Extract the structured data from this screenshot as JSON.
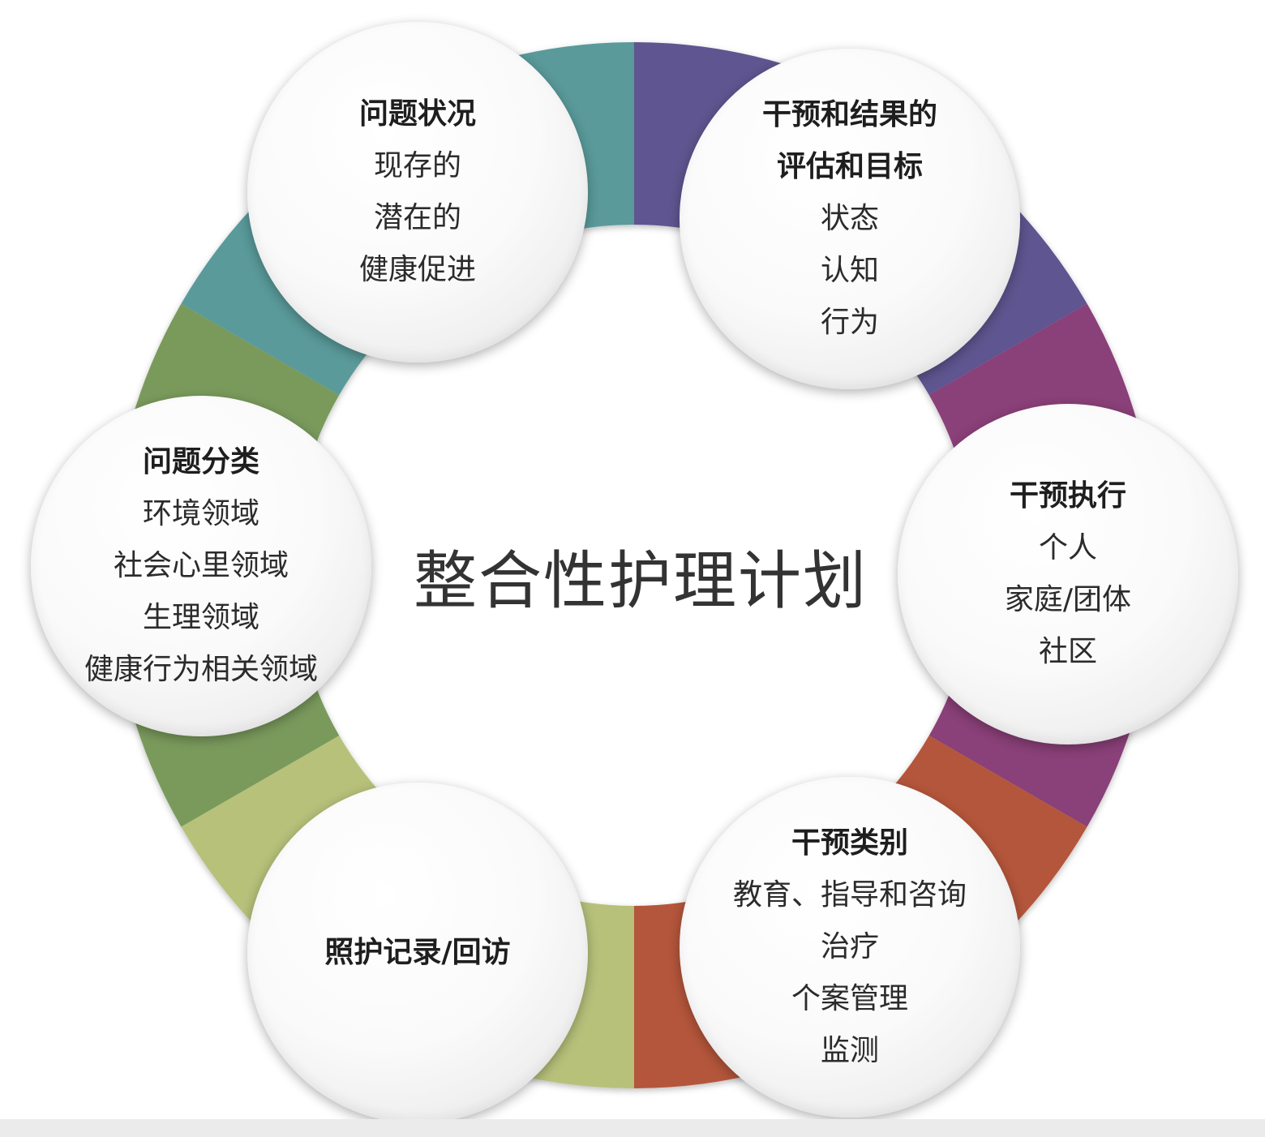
{
  "center_title": "整合性护理计划",
  "ring_colors": [
    "#5f5490",
    "#8a3f78",
    "#b4563a",
    "#b7c17a",
    "#7a9a5b",
    "#5a9a9a"
  ],
  "nodes": [
    {
      "title": "问题状况",
      "lines": [
        "现存的",
        "潜在的",
        "健康促进"
      ]
    },
    {
      "title": "干预和结果的",
      "title2": "评估和目标",
      "lines": [
        "状态",
        "认知",
        "行为"
      ]
    },
    {
      "title": "干预执行",
      "lines": [
        "个人",
        "家庭/团体",
        "社区"
      ]
    },
    {
      "title": "干预类别",
      "lines": [
        "教育、指导和咨询",
        "治疗",
        "个案管理",
        "监测"
      ]
    },
    {
      "title": "照护记录/回访",
      "lines": []
    },
    {
      "title": "问题分类",
      "lines": [
        "环境领域",
        "社会心里领域",
        "生理领域",
        "健康行为相关领域"
      ]
    }
  ]
}
